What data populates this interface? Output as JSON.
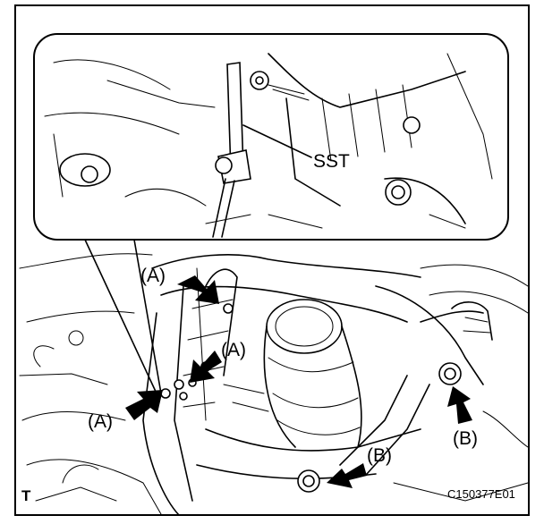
{
  "labels": {
    "sst": "SST",
    "a1": "(A)",
    "a2": "(A)",
    "a3": "(A)",
    "b1": "(B)",
    "b2": "(B)",
    "corner_mark": "T",
    "figure_code": "C150377E01"
  },
  "icons": {
    "arrow_a_upper": "arrow-icon",
    "arrow_a_middle": "arrow-icon",
    "arrow_a_lower": "arrow-icon",
    "arrow_b_right": "arrow-icon",
    "arrow_b_bottom": "arrow-icon",
    "bolt": "bolt-icon",
    "wrench": "wrench-icon"
  },
  "colors": {
    "ink": "#000000",
    "paper": "#ffffff"
  }
}
